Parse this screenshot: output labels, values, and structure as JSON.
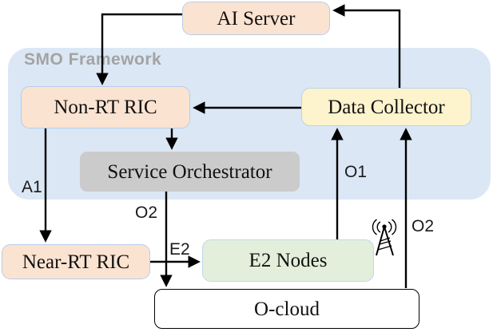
{
  "diagram": {
    "smo_container": {
      "label": "SMO Framework"
    },
    "nodes": {
      "ai_server": {
        "label": "AI Server"
      },
      "non_rt_ric": {
        "label": "Non-RT RIC"
      },
      "data_collector": {
        "label": "Data Collector"
      },
      "service_orchestrator": {
        "label": "Service Orchestrator"
      },
      "near_rt_ric": {
        "label": "Near-RT RIC"
      },
      "e2_nodes": {
        "label": "E2 Nodes"
      },
      "o_cloud": {
        "label": "O-cloud"
      }
    },
    "edge_labels": {
      "a1": "A1",
      "o2_smo_ocloud": "O2",
      "e2": "E2",
      "o1": "O1",
      "o2_ocloud_dc": "O2"
    },
    "icons": {
      "cell_tower": "cell-tower-icon"
    },
    "colors": {
      "peach_box": "#fbe3d1",
      "yellow_box": "#fdf3cd",
      "gray_box": "#cbcbcb",
      "green_box": "#e3efda",
      "white_box": "#ffffff",
      "smo_blue": "#dbe7f4",
      "box_border": "#b9cde6",
      "smo_label_text": "#a3a3a3",
      "arrow": "#000000"
    }
  }
}
